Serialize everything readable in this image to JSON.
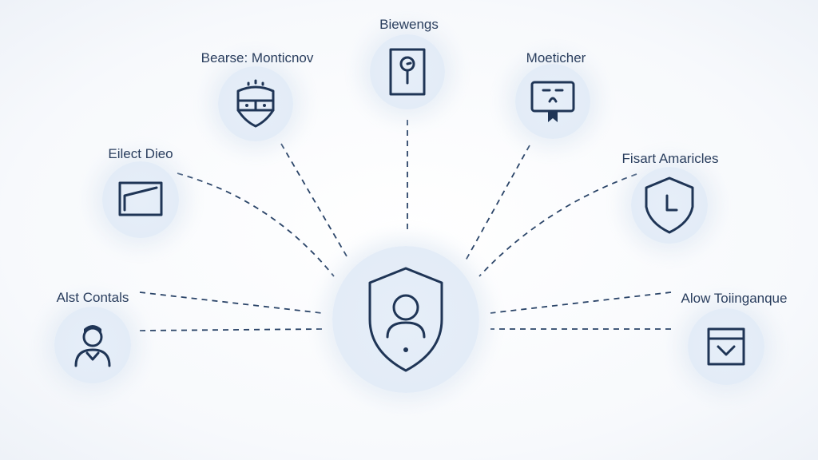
{
  "center": {
    "icon": "shield-user-icon"
  },
  "nodes": [
    {
      "label": "Biewengs",
      "icon": "key-panel-icon"
    },
    {
      "label": "Bearse: Monticnov",
      "icon": "crest-shield-icon"
    },
    {
      "label": "Moeticher",
      "icon": "certificate-icon"
    },
    {
      "label": "Eilect Dieo",
      "icon": "window-icon"
    },
    {
      "label": "Fisart Amaricles",
      "icon": "shield-clock-icon"
    },
    {
      "label": "Alst Contals",
      "icon": "person-icon"
    },
    {
      "label": "Alow Toiinganque",
      "icon": "checkbox-down-icon"
    }
  ],
  "colors": {
    "stroke": "#1f3556",
    "node_fill": "#e4edf8"
  }
}
